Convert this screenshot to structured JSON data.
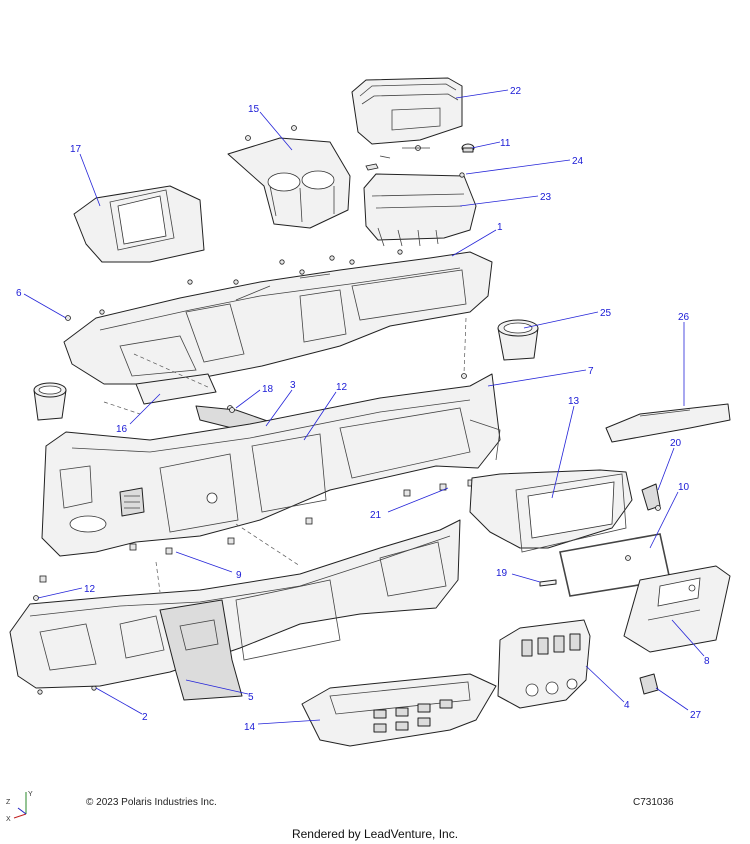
{
  "callouts": [
    {
      "id": "22",
      "label": "22"
    },
    {
      "id": "15",
      "label": "15"
    },
    {
      "id": "17",
      "label": "17"
    },
    {
      "id": "11",
      "label": "11"
    },
    {
      "id": "24",
      "label": "24"
    },
    {
      "id": "23",
      "label": "23"
    },
    {
      "id": "1",
      "label": "1"
    },
    {
      "id": "6",
      "label": "6"
    },
    {
      "id": "25",
      "label": "25"
    },
    {
      "id": "26",
      "label": "26"
    },
    {
      "id": "7",
      "label": "7"
    },
    {
      "id": "18",
      "label": "18"
    },
    {
      "id": "3",
      "label": "3"
    },
    {
      "id": "12a",
      "label": "12"
    },
    {
      "id": "16",
      "label": "16"
    },
    {
      "id": "13",
      "label": "13"
    },
    {
      "id": "20",
      "label": "20"
    },
    {
      "id": "10",
      "label": "10"
    },
    {
      "id": "21",
      "label": "21"
    },
    {
      "id": "9",
      "label": "9"
    },
    {
      "id": "12b",
      "label": "12"
    },
    {
      "id": "19",
      "label": "19"
    },
    {
      "id": "8",
      "label": "8"
    },
    {
      "id": "5",
      "label": "5"
    },
    {
      "id": "4",
      "label": "4"
    },
    {
      "id": "2",
      "label": "2"
    },
    {
      "id": "14",
      "label": "14"
    },
    {
      "id": "27",
      "label": "27"
    }
  ],
  "footer": {
    "copyright": "© 2023 Polaris Industries Inc.",
    "drawing_id": "C731036",
    "rendered_by": "Rendered by LeadVenture, Inc."
  },
  "axis": {
    "z": "Z",
    "y": "Y",
    "x": "X"
  },
  "colors": {
    "callout": "#1a1ad6",
    "line": "#222222",
    "fill": "#f2f2f2"
  }
}
